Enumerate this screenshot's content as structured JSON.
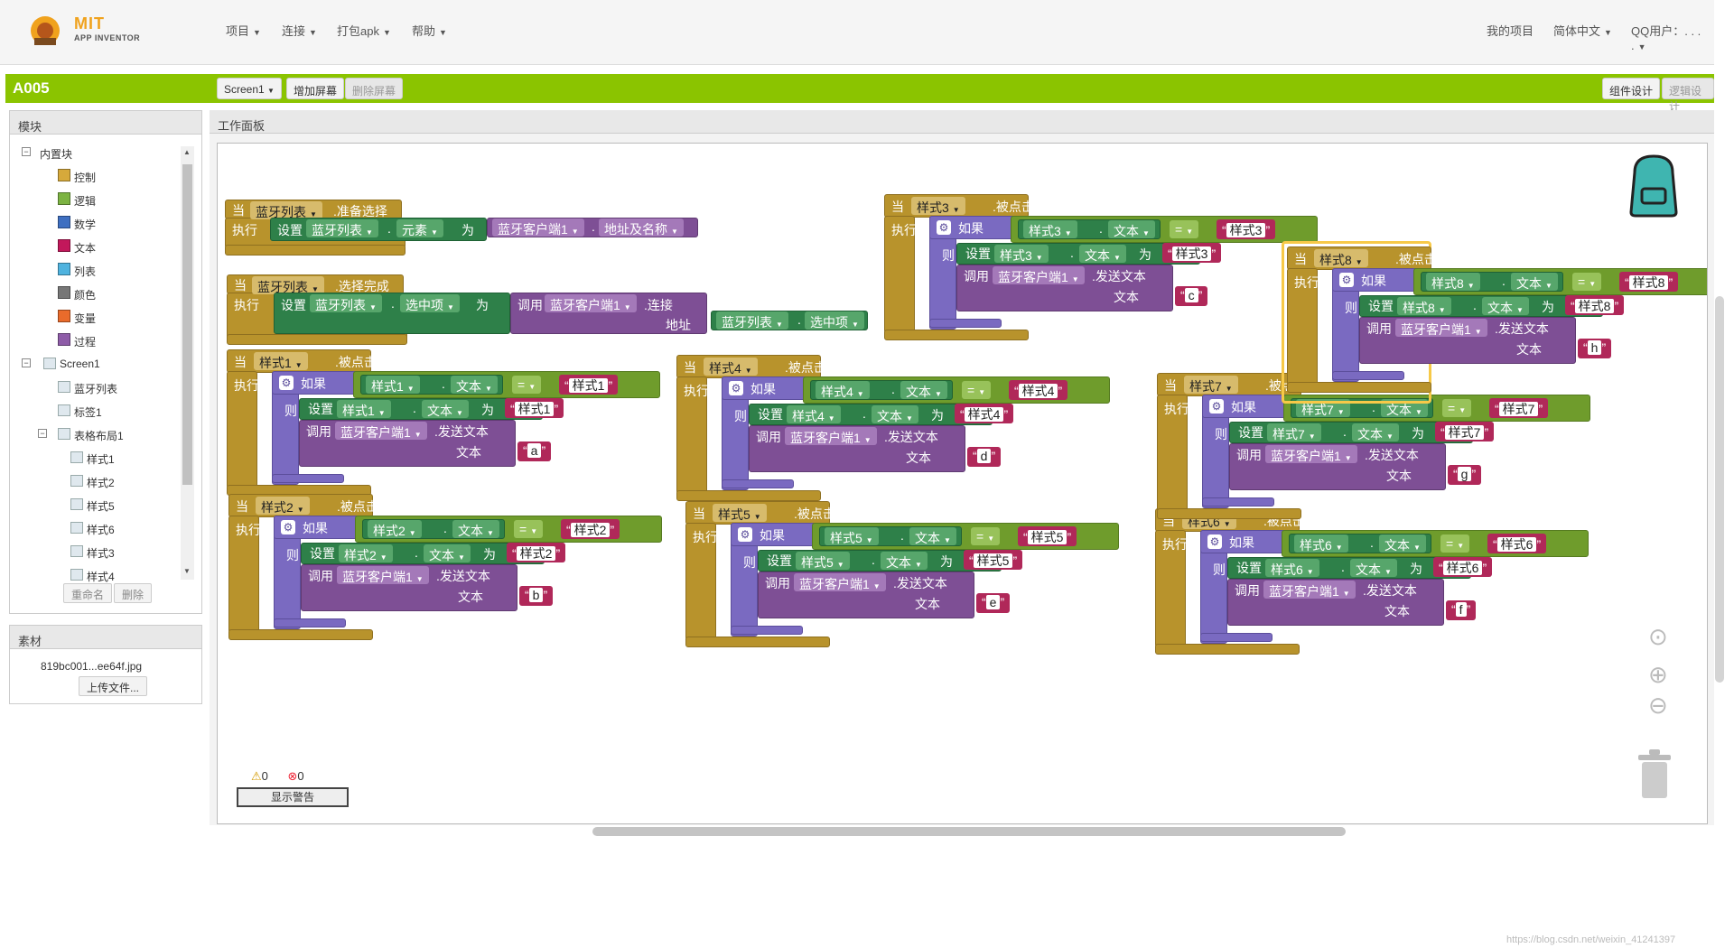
{
  "header": {
    "logo_text": "MIT",
    "logo_sub": "APP INVENTOR",
    "menus": [
      "项目",
      "连接",
      "打包apk",
      "帮助"
    ],
    "right_menus": [
      "我的项目",
      "简体中文",
      "QQ用户：. . . ."
    ]
  },
  "project": {
    "name": "A005",
    "screen": "Screen1",
    "add_screen": "增加屏幕",
    "del_screen": "删除屏幕",
    "designer": "组件设计",
    "blocks": "逻辑设计"
  },
  "modules": {
    "title": "模块",
    "builtin": "内置块",
    "builtins": [
      {
        "label": "控制",
        "color": "#d6a93b"
      },
      {
        "label": "逻辑",
        "color": "#7cb342"
      },
      {
        "label": "数学",
        "color": "#3e6fc1"
      },
      {
        "label": "文本",
        "color": "#c2185b"
      },
      {
        "label": "列表",
        "color": "#4fb3df"
      },
      {
        "label": "颜色",
        "color": "#777777"
      },
      {
        "label": "变量",
        "color": "#e96b2b"
      },
      {
        "label": "过程",
        "color": "#8e5ca8"
      }
    ],
    "screen": "Screen1",
    "components": [
      "蓝牙列表",
      "标签1",
      "表格布局1",
      "样式1",
      "样式2",
      "样式5",
      "样式6",
      "样式3",
      "样式4"
    ],
    "rename": "重命名",
    "delete": "删除"
  },
  "media": {
    "title": "素材",
    "file": "819bc001...ee64f.jpg",
    "upload": "上传文件..."
  },
  "workspace": {
    "title": "工作面板",
    "warn_count": "0",
    "err_count": "0",
    "show_warnings": "显示警告"
  },
  "words": {
    "when": "当",
    "do": "执行",
    "set": "设置",
    "to": "为",
    "call": "调用",
    "if": "如果",
    "then": "则",
    "text": "文本",
    "dot": ".",
    "eq": "=",
    "addr": "地址",
    "click": ".被点击",
    "before": ".准备选择",
    "after": ".选择完成",
    "elem": "元素",
    "sel": "选中项",
    "btclient": "蓝牙客户端1",
    "addrname": "地址及名称",
    "connect": ".连接",
    "send": ".发送文本",
    "list": "蓝牙列表",
    "q1": "“",
    "q2": "”"
  },
  "buttons": [
    {
      "name": "样式1",
      "ch": "a"
    },
    {
      "name": "样式2",
      "ch": "b"
    },
    {
      "name": "样式3",
      "ch": "c"
    },
    {
      "name": "样式4",
      "ch": "d"
    },
    {
      "name": "样式5",
      "ch": "e"
    },
    {
      "name": "样式6",
      "ch": "f"
    },
    {
      "name": "样式7",
      "ch": "g"
    },
    {
      "name": "样式8",
      "ch": "h"
    }
  ],
  "footer": "https://blog.csdn.net/weixin_41241397"
}
